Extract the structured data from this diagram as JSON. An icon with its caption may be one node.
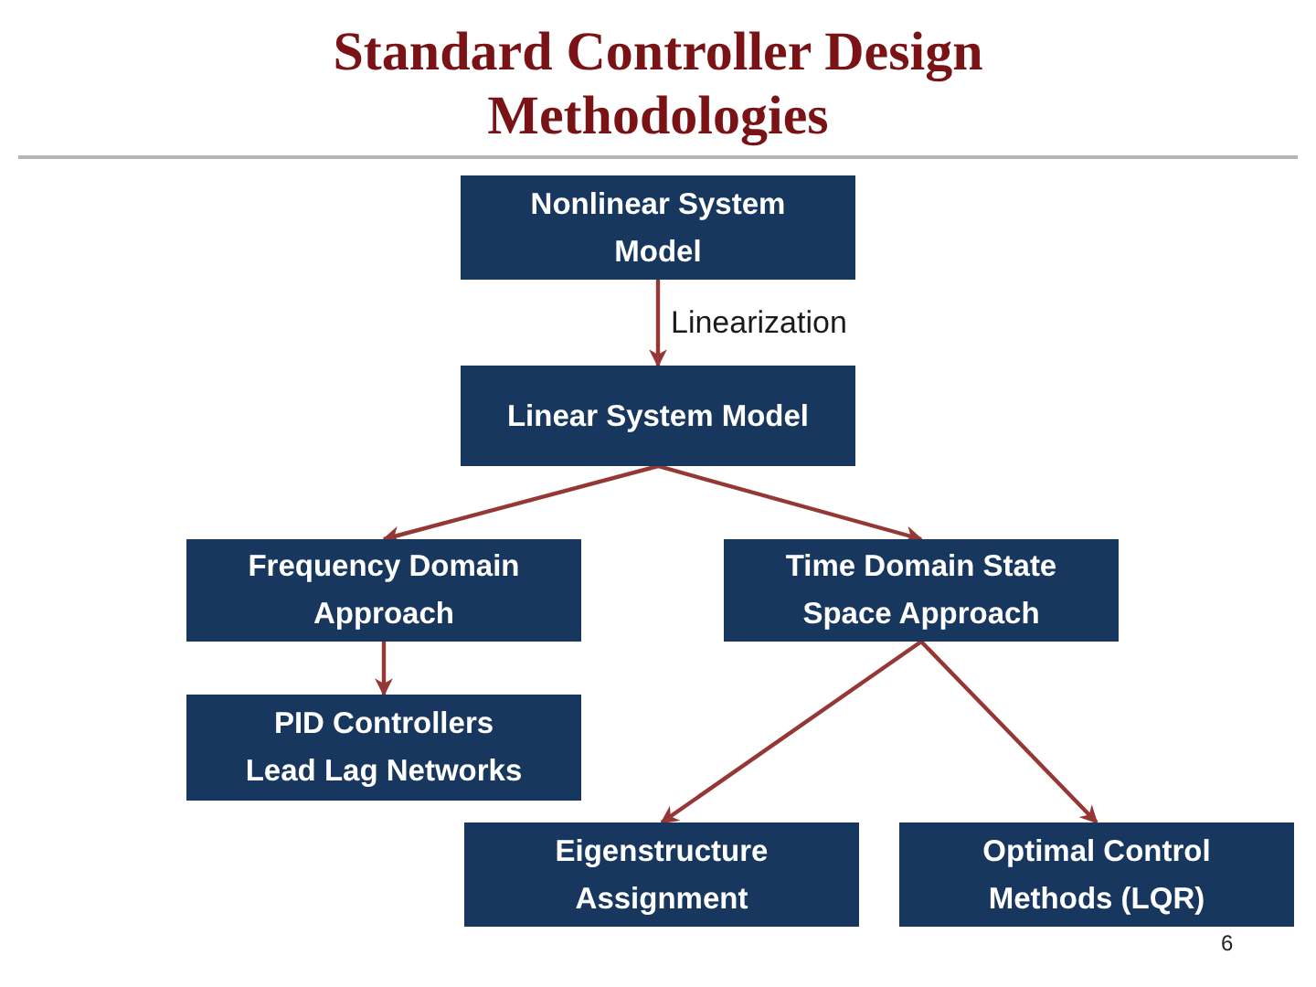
{
  "diagram": {
    "title": "Standard Controller Design Methodologies",
    "nodes": [
      {
        "text": [
          "Nonlinear System Model"
        ]
      },
      {
        "text": [
          "Linear System Model"
        ]
      },
      {
        "text": [
          "Frequency Domain Approach"
        ]
      },
      {
        "text": [
          "Time Domain State Space Approach"
        ]
      },
      {
        "text": [
          "PID Controllers Lead Lag Networks"
        ]
      },
      {
        "text": [
          "Eigenstructure Assignment"
        ]
      },
      {
        "text": [
          "Optimal Control Methods (LQR)"
        ]
      }
    ],
    "edges": [
      {
        "from": 0,
        "to": 1,
        "arrow": "to",
        "label": "Linearization"
      },
      {
        "from": 1,
        "to": 2,
        "arrow": "to"
      },
      {
        "from": 1,
        "to": 3,
        "arrow": "to"
      },
      {
        "from": 2,
        "to": 4,
        "arrow": "to"
      },
      {
        "from": 3,
        "to": 5,
        "arrow": "to"
      },
      {
        "from": 3,
        "to": 6,
        "arrow": "to"
      }
    ],
    "labels": [
      "6"
    ]
  }
}
